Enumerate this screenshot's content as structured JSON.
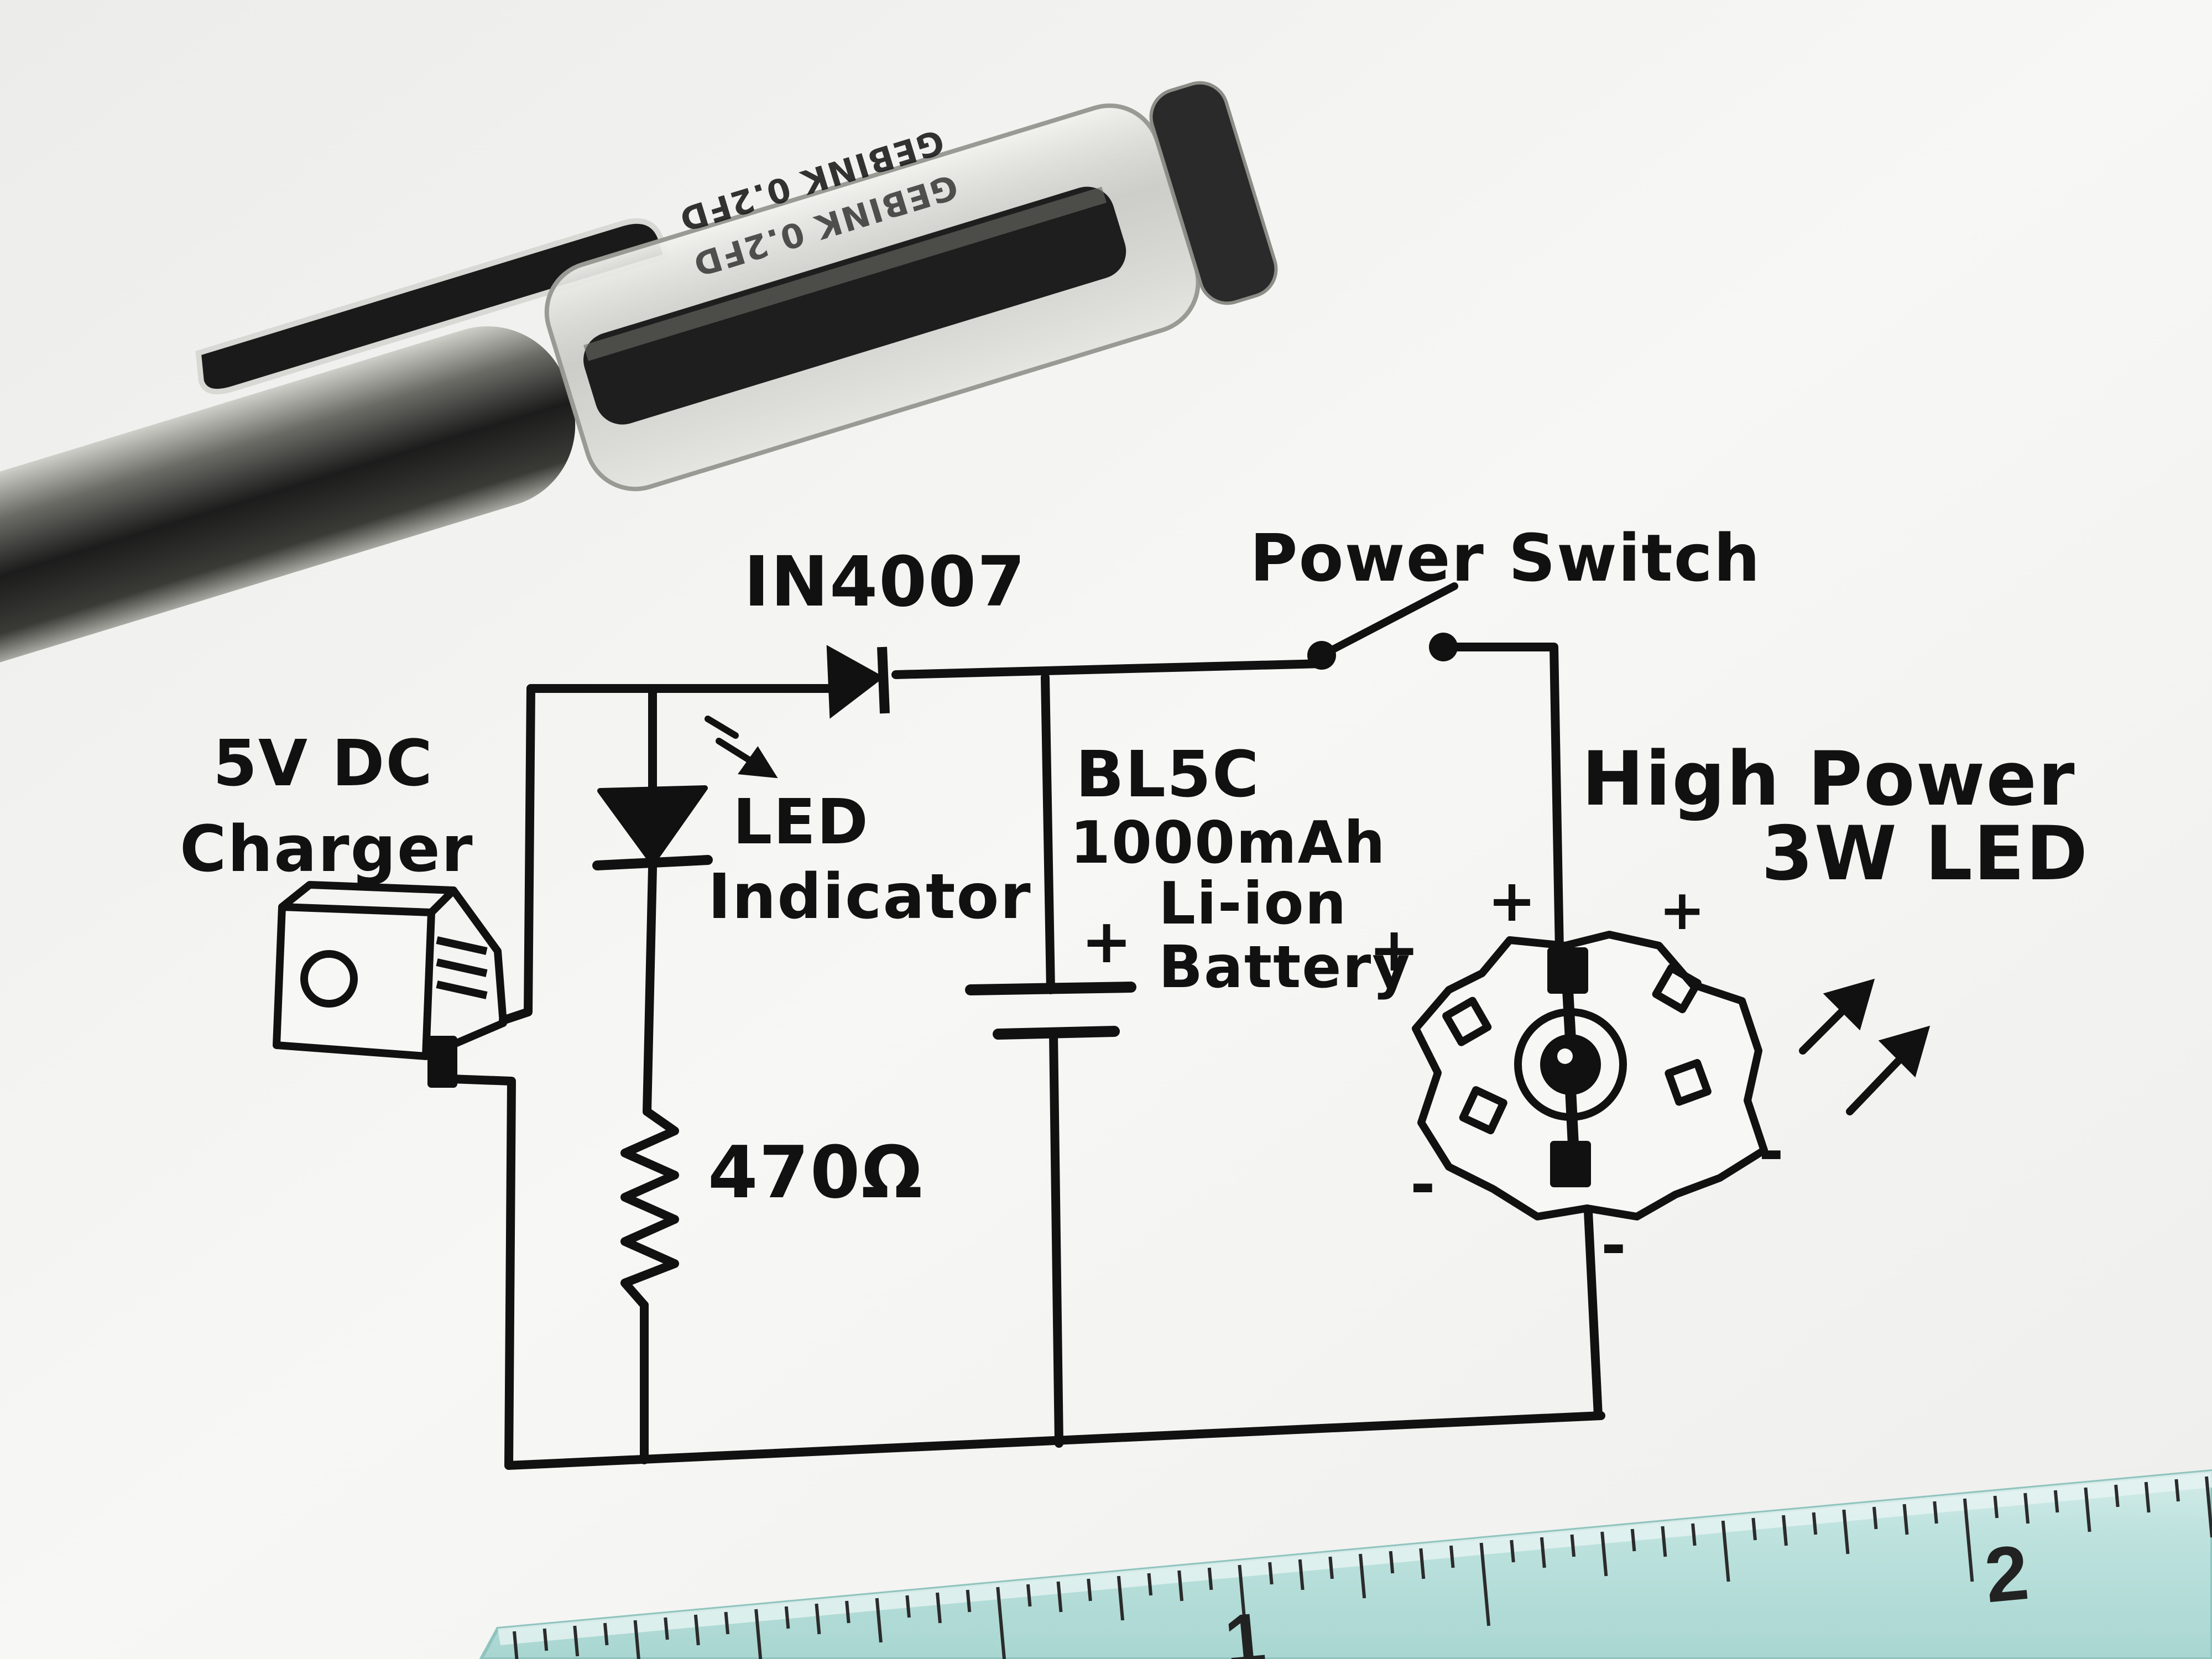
{
  "pen": {
    "print_lines": [
      "GEBINK 0.2FD",
      "GEBINK 0.2FD"
    ]
  },
  "diagram": {
    "charger": {
      "lines": [
        "5V DC",
        "Charger"
      ]
    },
    "diode_label": "IN4007",
    "switch_label": "Power Switch",
    "led_indicator": {
      "lines": [
        "LED",
        "Indicator"
      ]
    },
    "resistor_label": "470Ω",
    "battery": {
      "lines": [
        "BL5C",
        "1000mAh",
        "Li-ion",
        "Battery"
      ],
      "plus_left": "+",
      "plus_right": "+"
    },
    "high_power_led": {
      "lines": [
        "High Power",
        "3W LED"
      ],
      "plus_top": "+",
      "plus_right": "+",
      "minus_left": "-",
      "minus_right": "-",
      "minus_bottom": "-"
    }
  },
  "ruler": {
    "numbers": [
      "1",
      "2"
    ]
  },
  "colors": {
    "paper": "#f3f3f1",
    "ink": "#111111",
    "ruler": "#bfe3df",
    "pen_barrel": "#262626"
  }
}
